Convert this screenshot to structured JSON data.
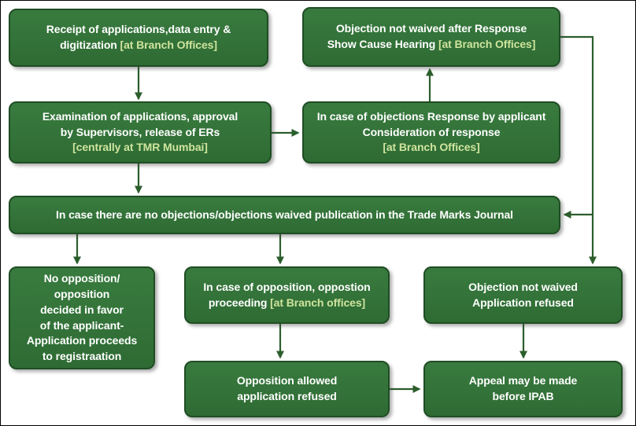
{
  "colors": {
    "box_fill": "#2e6b33",
    "box_fill_light": "#397b3f",
    "box_border": "#1f4d24",
    "text": "#ffffff",
    "bracket_text": "#cfe49e",
    "arrow": "#2c5e2c",
    "background": "#ffffff",
    "frame_border": "#000000"
  },
  "boxes": {
    "receipt": {
      "line1": "Receipt of applications,data entry &",
      "line2_main": "digitization ",
      "line2_bracket": "[at Branch Offices]"
    },
    "show_cause": {
      "line1": "Objection not waived after Response",
      "line2_main": "Show Cause Hearing ",
      "line2_bracket": "[at Branch Offices]"
    },
    "examination": {
      "line1": "Examination of applications, approval",
      "line2": "by Supervisors, release of ERs",
      "line3_bracket": "[centrally at TMR Mumbai]"
    },
    "objections_response": {
      "line1": "In case of objections Response by applicant",
      "line2": "Consideration of response",
      "line3_bracket": "[at Branch Offices]"
    },
    "publication": {
      "line1": "In case there are no objections/objections waived publication in the Trade Marks Journal"
    },
    "no_opposition": {
      "line1": "No opposition/",
      "line2": "opposition",
      "line3": "decided in favor",
      "line4": "of the applicant-",
      "line5": "Application proceeds",
      "line6": "to registraation"
    },
    "opposition_proceeding": {
      "line1": "In case of opposition, oppostion",
      "line2_main": "proceeding ",
      "line2_bracket": "[at Branch offices]"
    },
    "objection_refused": {
      "line1": "Objection not waived",
      "line2": "Application refused"
    },
    "opposition_allowed": {
      "line1": "Opposition allowed",
      "line2": "application refused"
    },
    "appeal": {
      "line1": "Appeal may be made",
      "line2": "before IPAB"
    }
  }
}
